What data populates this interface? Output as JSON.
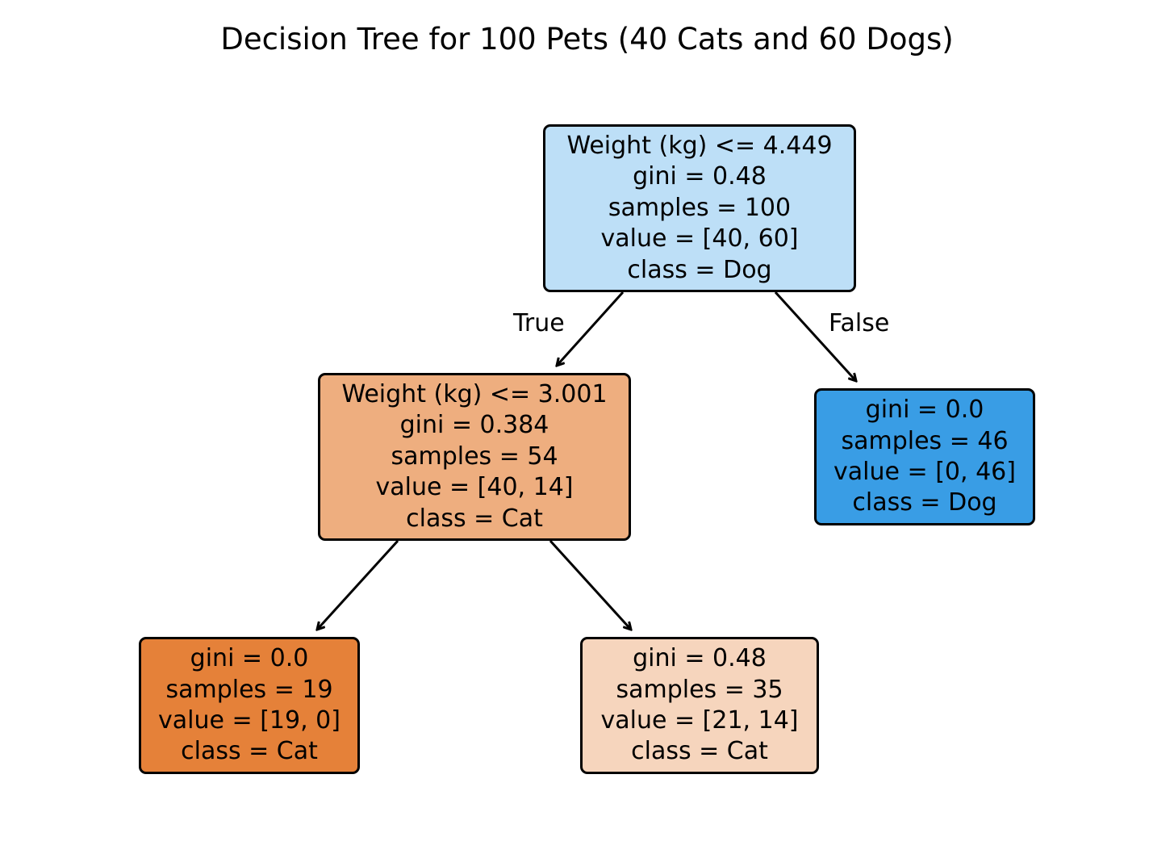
{
  "title": "Decision Tree for 100 Pets (40 Cats and 60 Dogs)",
  "colors": {
    "root": "#bddff7",
    "cat_split": "#eeae7f",
    "dog_leaf": "#399de5",
    "cat_leaf": "#e58139",
    "mixed_leaf": "#f6d5bd",
    "border": "#000000"
  },
  "nodes": {
    "root": {
      "condition": "Weight (kg) <= 4.449",
      "gini": "gini = 0.48",
      "samples": "samples = 100",
      "value": "value = [40, 60]",
      "class": "class = Dog"
    },
    "left": {
      "condition": "Weight (kg) <= 3.001",
      "gini": "gini = 0.384",
      "samples": "samples = 54",
      "value": "value = [40, 14]",
      "class": "class = Cat"
    },
    "right": {
      "gini": "gini = 0.0",
      "samples": "samples = 46",
      "value": "value = [0, 46]",
      "class": "class = Dog"
    },
    "left_left": {
      "gini": "gini = 0.0",
      "samples": "samples = 19",
      "value": "value = [19, 0]",
      "class": "class = Cat"
    },
    "left_right": {
      "gini": "gini = 0.48",
      "samples": "samples = 35",
      "value": "value = [21, 14]",
      "class": "class = Cat"
    }
  },
  "edge_labels": {
    "true": "True",
    "false": "False"
  }
}
